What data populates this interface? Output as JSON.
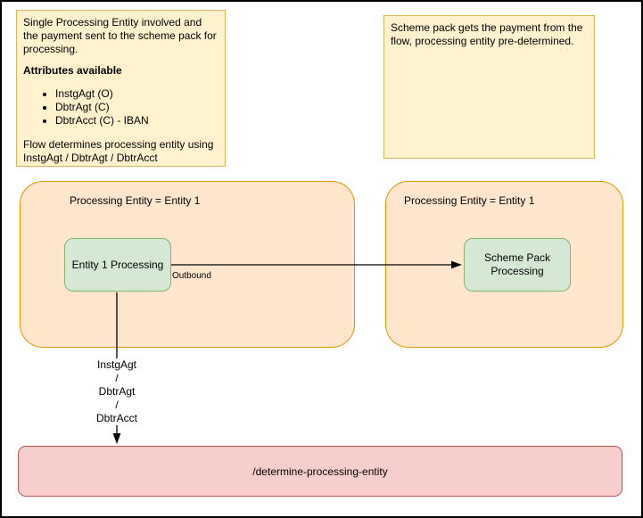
{
  "diagram": {
    "note_left": {
      "intro": "Single Processing Entity involved and the payment sent to the scheme pack for processing.",
      "attributes_heading": "Attributes available",
      "attributes": [
        "InstgAgt (O)",
        "DbtrAgt (C)",
        "DbtrAcct (C) - IBAN"
      ],
      "footer": "Flow determines processing entity using InstgAgt / DbtrAgt / DbtrAcct"
    },
    "note_right": {
      "text": "Scheme pack gets the payment from the flow, processing entity pre-determined."
    },
    "container_left": {
      "label": "Processing Entity = Entity 1",
      "node_label": "Entity 1 Processing"
    },
    "container_right": {
      "label": "Processing Entity = Entity 1",
      "node_label": "Scheme Pack Processing"
    },
    "edges": {
      "outbound_label": "Outbound",
      "attributes_label": "InstgAgt\n/\nDbtrAgt\n/\nDbtrAcct"
    },
    "endpoint": {
      "label": "/determine-processing-entity"
    },
    "colors": {
      "note_fill": "#FFF2CC",
      "note_border": "#D6B656",
      "container_fill": "#FFE6CC",
      "container_border": "#D79B00",
      "node_fill": "#D5E8D4",
      "node_border": "#82B366",
      "endpoint_fill": "#F8CECC",
      "endpoint_border": "#B85450",
      "edge_color": "#000000"
    }
  }
}
